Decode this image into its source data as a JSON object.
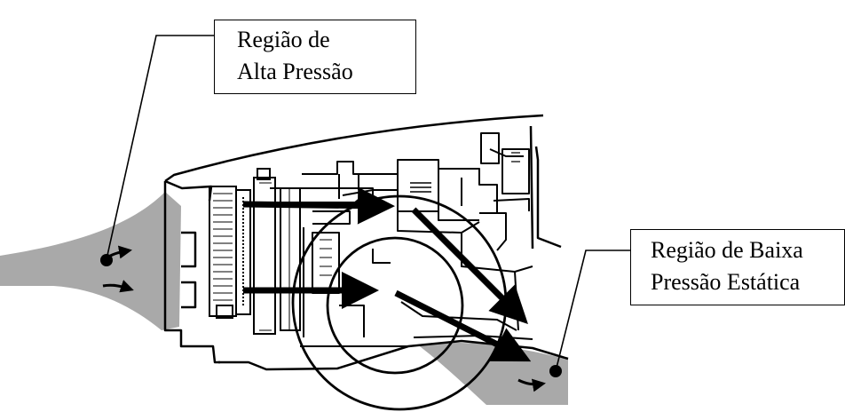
{
  "labels": {
    "high_pressure": {
      "line1": "Região de",
      "line2": "Alta Pressão"
    },
    "low_pressure": {
      "line1": "Região de Baixa",
      "line2": "Pressão Estática"
    }
  },
  "icons": {
    "airflow_arrows": "arrow-right-icon",
    "callout_markers": "filled-dot-icon"
  },
  "colors": {
    "airflow_shading": "#a9a9a9",
    "ink": "#000000",
    "background": "#ffffff"
  }
}
